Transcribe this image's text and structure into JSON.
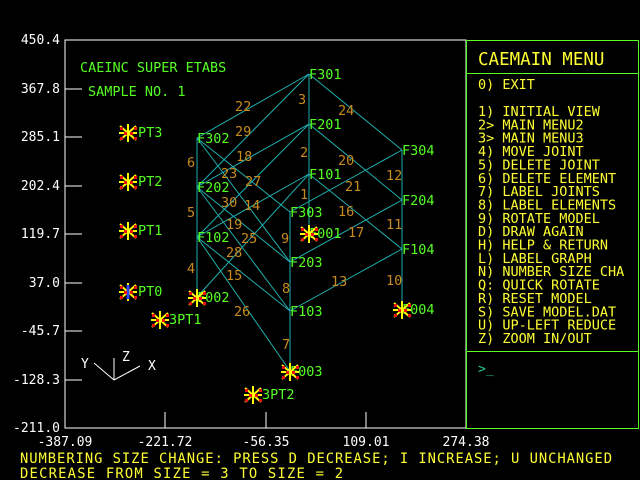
{
  "plot": {
    "title": "CAEINC SUPER ETABS",
    "subtitle": "SAMPLE NO. 1",
    "y_ticks": [
      "450.4",
      "367.8",
      "285.1",
      "202.4",
      "119.7",
      "37.0",
      "-45.7",
      "-128.3",
      "-211.0"
    ],
    "x_ticks": [
      "-387.09",
      "-221.72",
      "-56.35",
      "109.01",
      "274.38"
    ],
    "triad": {
      "x": "X",
      "y": "Y",
      "z": "Z"
    },
    "joints": [
      "F301",
      "F201",
      "F101",
      "F001",
      "F302",
      "F202",
      "F102",
      "F002",
      "F303",
      "F203",
      "F103",
      "F003",
      "F304",
      "F204",
      "F104",
      "F004"
    ],
    "points": [
      "PT3",
      "PT2",
      "PT1",
      "PT0",
      "3PT1",
      "3PT2"
    ],
    "elements": [
      "1",
      "2",
      "3",
      "4",
      "5",
      "6",
      "7",
      "8",
      "9",
      "10",
      "11",
      "12",
      "13",
      "14",
      "15",
      "16",
      "17",
      "18",
      "19",
      "20",
      "21",
      "22",
      "23",
      "24",
      "25",
      "26",
      "27",
      "28",
      "29",
      "30"
    ],
    "colors": {
      "members": "#1fb0b0",
      "joint_labels": "#55ff22",
      "element_labels": "#c88a1c",
      "support": "#ffff00"
    }
  },
  "menu": {
    "title": "CAEMAIN MENU",
    "items": [
      "0) EXIT",
      "1) INITIAL VIEW",
      "2> MAIN MENU2",
      "3> MAIN MENU3",
      "4) MOVE JOINT",
      "5) DELETE JOINT",
      "6) DELETE ELEMENT",
      "7) LABEL JOINTS",
      "8) LABEL ELEMENTS",
      "9) ROTATE MODEL",
      "D) DRAW AGAIN",
      "H) HELP & RETURN",
      "L) LABEL GRAPH",
      "N) NUMBER SIZE CHA",
      "Q: QUICK ROTATE",
      "R) RESET MODEL",
      "S) SAVE MODEL.DAT",
      "U) UP-LEFT REDUCE",
      "Z) ZOOM IN/OUT"
    ],
    "prompt": ">_",
    "border_color": "#55ff22"
  },
  "status": {
    "line1": "NUMBERING SIZE CHANGE: PRESS  D  DECREASE;  I  INCREASE;  U  UNCHANGED",
    "line2": "DECREASE FROM SIZE =  3   TO SIZE =  2"
  }
}
